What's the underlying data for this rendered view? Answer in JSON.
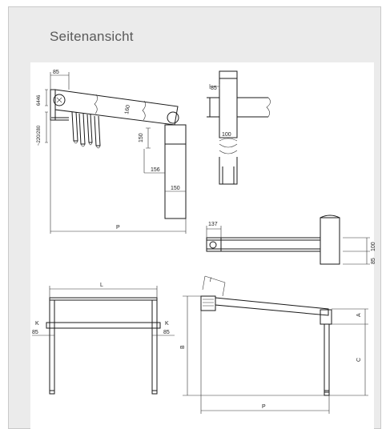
{
  "title": "Seitenansicht",
  "colors": {
    "panel": "#ebebeb",
    "sheet": "#ffffff",
    "line": "#1a1a1a",
    "title": "#5a5a5a"
  },
  "dims": {
    "d85_top": "85",
    "d6446": "6446",
    "d220280": "~220/280",
    "d160": "160",
    "d150_side": "150",
    "d156": "156",
    "d150_bottom": "150",
    "dP_side": "P",
    "d85_post": "85",
    "d100_post": "100",
    "d137": "137",
    "d100_plan": "100",
    "d85_plan": "85",
    "dL": "L",
    "dK_left": "K",
    "d85_left": "85",
    "dK_right": "K",
    "d85_right": "85",
    "dl": "l",
    "dA": "A",
    "dB": "B",
    "dC": "C",
    "dP_bottom": "P"
  }
}
